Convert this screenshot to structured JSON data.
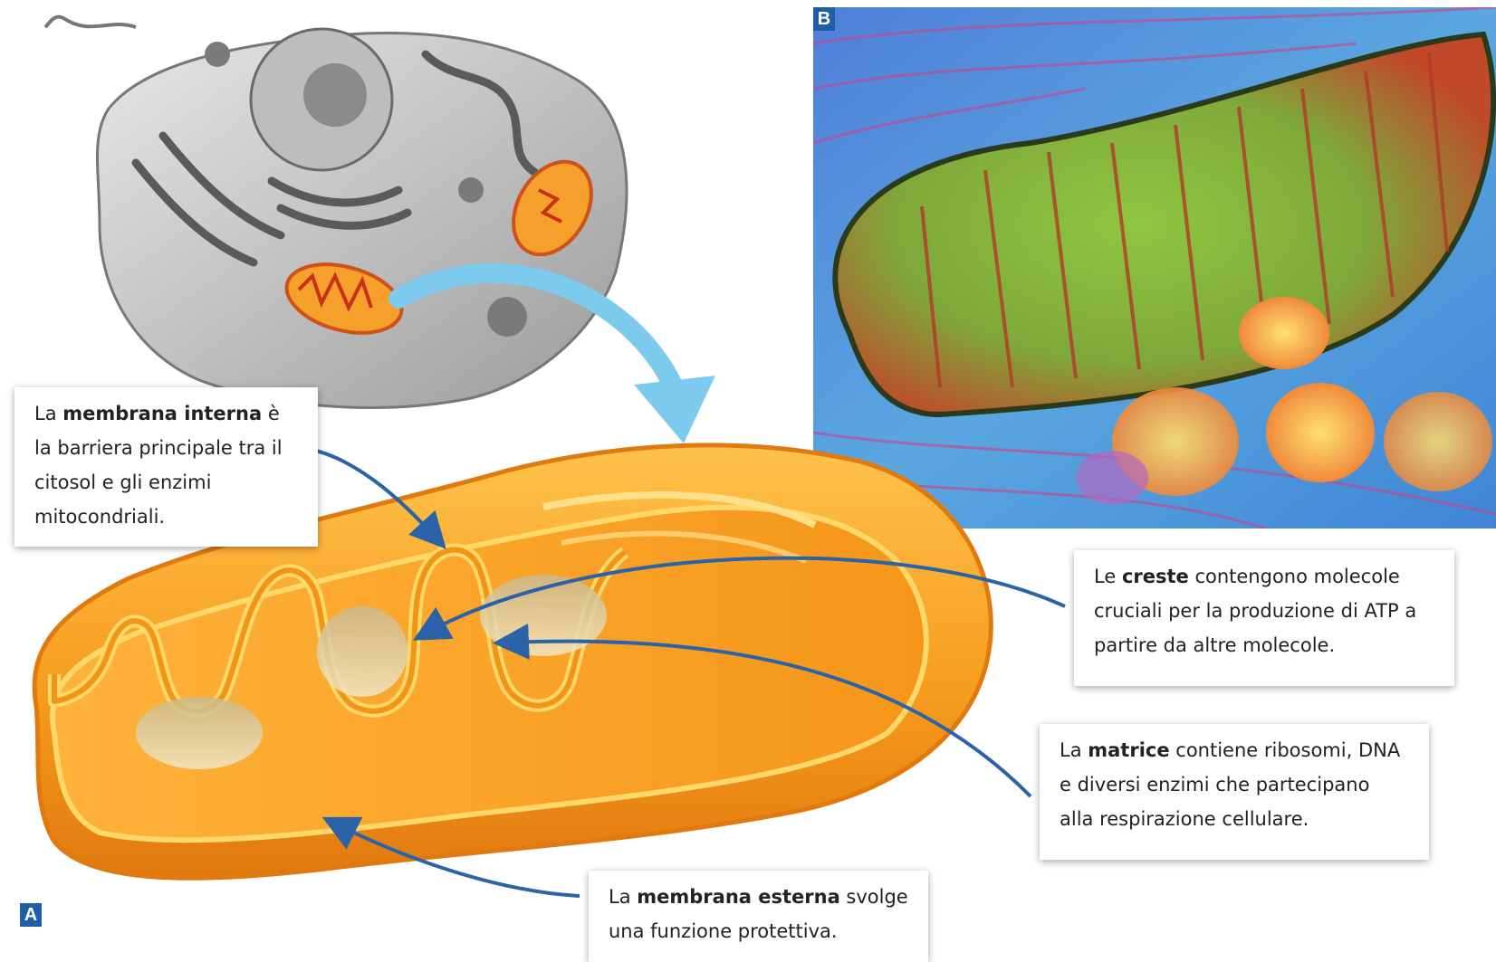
{
  "panels": {
    "a_label": "A",
    "b_label": "B"
  },
  "callouts": {
    "inner_membrane": {
      "pre": "La ",
      "bold": "membrana interna",
      "post": " è la barriera principale tra il citosol e gli enzimi mitocondriali."
    },
    "cristae": {
      "pre": "Le ",
      "bold": "creste",
      "post": " contengono molecole cruciali per la produzione  di ATP a partire da altre molecole."
    },
    "matrix": {
      "pre": "La ",
      "bold": "matrice",
      "post": " contiene ribosomi, DNA e diversi enzimi che partecipano alla respirazione cellulare."
    },
    "outer_membrane": {
      "pre": "La ",
      "bold": "membrana esterna",
      "post": " svolge una funzione protettiva."
    }
  },
  "colors": {
    "label_blue": "#1f5fa8",
    "arrow_blue": "#2a63a8",
    "big_arrow": "#7ccbef",
    "mito_orange": "#f39a1e",
    "mito_yellow": "#ffd45a"
  }
}
